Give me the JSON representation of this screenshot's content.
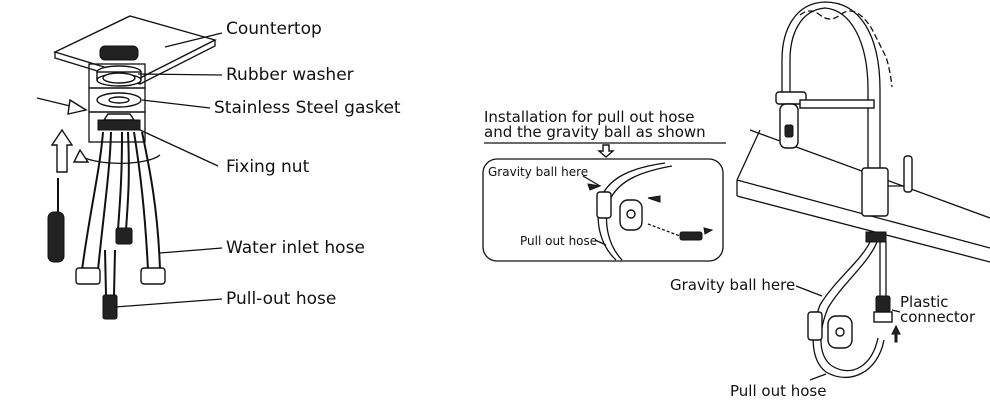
{
  "left_panel": {
    "labels": {
      "countertop": "Countertop",
      "rubber_washer": "Rubber washer",
      "gasket": "Stainless Steel gasket",
      "fixing_nut": "Fixing nut",
      "water_inlet": "Water inlet hose",
      "pull_out": "Pull-out hose"
    }
  },
  "right_panel": {
    "heading_line1": "Installation for pull out hose",
    "heading_line2": "and the gravity ball as shown",
    "inset": {
      "gravity_ball": "Gravity ball here",
      "pull_out": "Pull out hose"
    },
    "gravity_ball": "Gravity ball here",
    "plastic_line1": "Plastic",
    "plastic_line2": "connector",
    "pull_out": "Pull out hose"
  }
}
